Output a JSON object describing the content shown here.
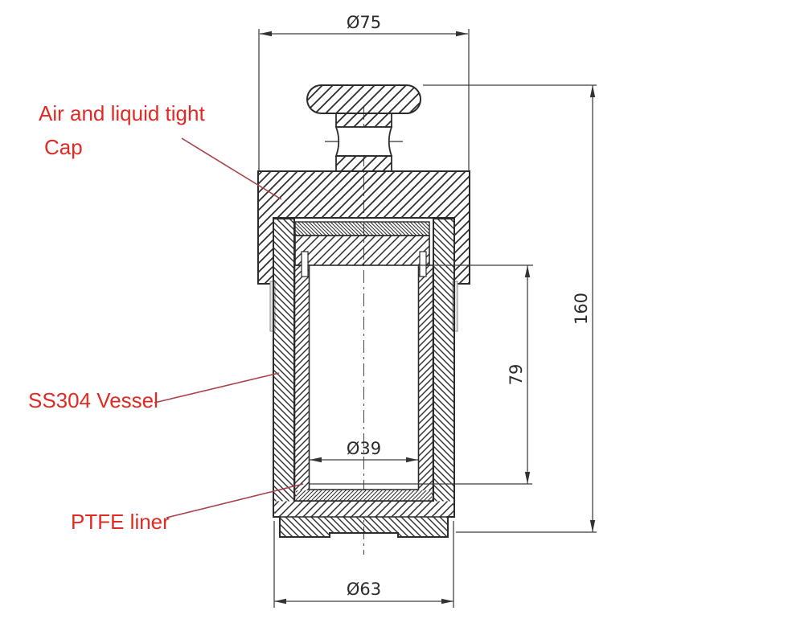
{
  "drawing": {
    "labels": {
      "cap_line1": "Air and liquid tight",
      "cap_line2": "Cap",
      "vessel": "SS304 Vessel",
      "liner": "PTFE liner"
    },
    "dimensions": {
      "cap_outer_diameter": "Ø75",
      "overall_height": "160",
      "liner_depth": "79",
      "liner_inner_diameter": "Ø39",
      "vessel_outer_diameter": "Ø63"
    },
    "colors": {
      "label_red": "#e02a23",
      "leader_red": "#a84048",
      "line": "#2b2b2b",
      "dim": "#3c3c3c",
      "background": "#ffffff"
    }
  }
}
